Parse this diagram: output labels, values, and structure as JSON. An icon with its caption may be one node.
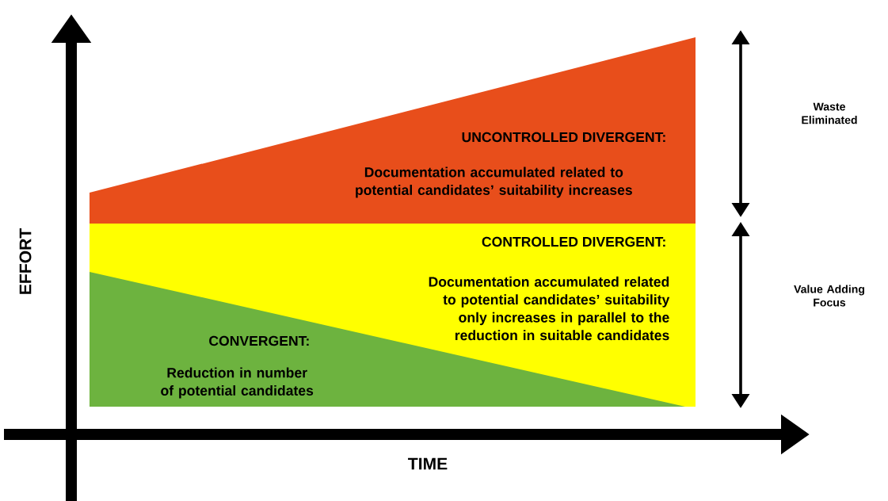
{
  "diagram": {
    "nodes": [
      {
        "text": [
          "UNCONTROLLED DIVERGENT:",
          "Documentation accumulated related to potential candidates’ suitability increases"
        ]
      },
      {
        "text": [
          "CONTROLLED DIVERGENT:",
          "Documentation accumulated related to potential candidates’ suitability only increases in parallel to the reduction in suitable candidates"
        ]
      },
      {
        "text": [
          "CONVERGENT:",
          "Reduction in number of potential candidates"
        ],
        "in": 1
      }
    ],
    "labels": [
      "Waste Eliminated",
      "Value Adding Focus",
      "EFFORT",
      "TIME"
    ]
  }
}
